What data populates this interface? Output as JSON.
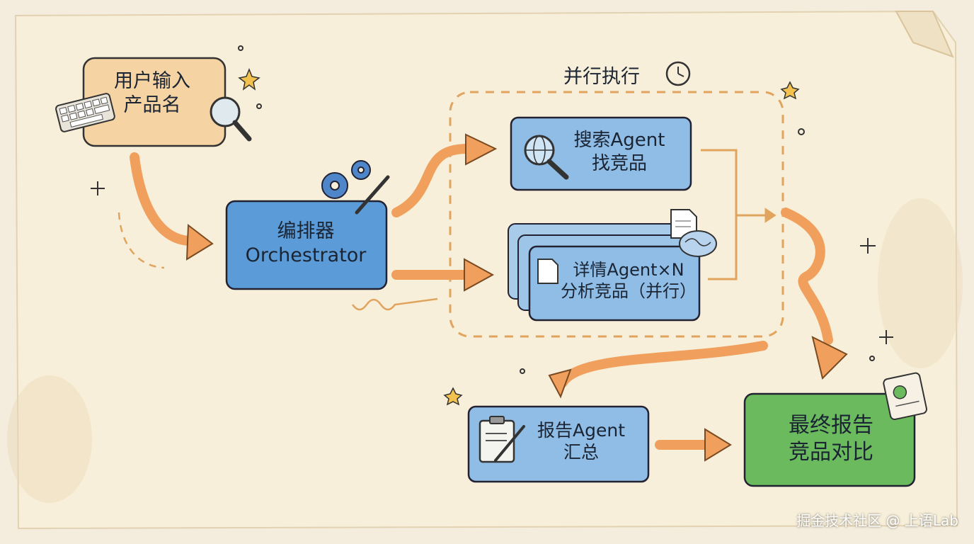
{
  "diagram": {
    "group_title": "并行执行",
    "nodes": {
      "user_input": {
        "line1": "用户输入",
        "line2": "产品名"
      },
      "orchestrator": {
        "line1": "编排器",
        "line2": "Orchestrator"
      },
      "search_agent": {
        "line1": "搜索Agent",
        "line2": "找竞品"
      },
      "detail_agent": {
        "line1": "详情Agent×N",
        "line2": "分析竞品（并行）"
      },
      "report_agent": {
        "line1": "报告Agent",
        "line2": "汇总"
      },
      "final_report": {
        "line1": "最终报告",
        "line2": "竞品对比"
      }
    }
  },
  "watermark": "掘金技术社区 @ 上语Lab",
  "colors": {
    "paper": "#f4ecdc",
    "user_box": "#f6d3a3",
    "agent_box": "#8fbde6",
    "orchestrator_box": "#5b9bd8",
    "final_box": "#6bbb5e",
    "arrow": "#f0a05c",
    "dashed_group": "#e0a45e"
  },
  "icons": [
    "keyboard-icon",
    "magnifier-icon",
    "gears-icon",
    "wand-icon",
    "globe-search-icon",
    "document-icon",
    "brain-icon",
    "clock-icon",
    "clipboard-icon",
    "scroll-chart-icon",
    "star-icon"
  ]
}
